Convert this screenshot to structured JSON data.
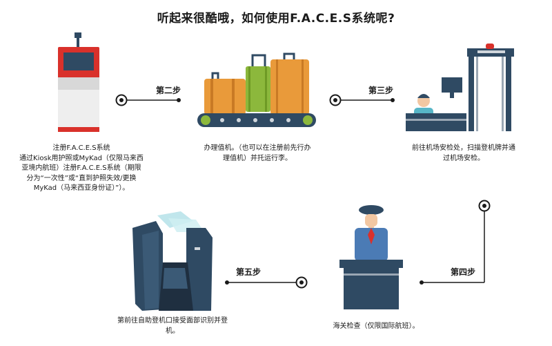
{
  "title": "听起来很酷哦，如何使用F.A.C.E.S系统呢?",
  "steps": {
    "step1": {
      "caption_lines": [
        "注册F.A.C.E.S系统",
        "通过Kiosk用护照或MyKad（仅限马来西",
        "亚境内航班）注册F.A.C.E.S系统（期限",
        "分为“一次性”或“直到护照失效/更换",
        "MyKad（马来西亚身份证）”）。"
      ]
    },
    "step2": {
      "label": "第二步",
      "caption_lines": [
        "办理值机。（也可以在注册前先行办",
        "理值机）并托运行李。"
      ]
    },
    "step3": {
      "label": "第三步",
      "caption_lines": [
        "前往机场安检处，扫描登机牌并通",
        "过机场安检。"
      ]
    },
    "step4": {
      "label": "第四步",
      "caption_lines": [
        "海关检查（仅限国际航班）。"
      ]
    },
    "step5": {
      "label": "第五步",
      "caption_lines": [
        "第前往自助登机口接受面部识别并登",
        "机。"
      ]
    }
  },
  "colors": {
    "navy": "#2f4a63",
    "red": "#d9312b",
    "orange": "#e99a3a",
    "green": "#8cb83c",
    "skin": "#f2c7a2",
    "teal": "#57b6c7"
  }
}
